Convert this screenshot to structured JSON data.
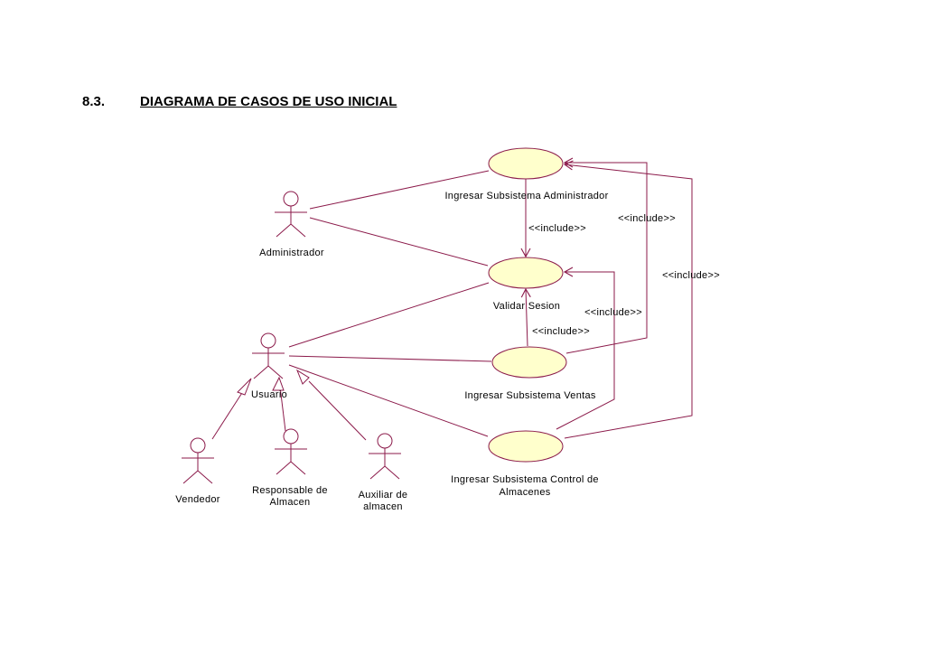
{
  "section": {
    "number": "8.3.",
    "title": "DIAGRAMA DE CASOS DE USO INICIAL"
  },
  "colors": {
    "line": "#8b1a4a",
    "usecase_fill": "#ffffcc"
  },
  "actors": {
    "administrador": "Administrador",
    "usuario": "Usuario",
    "vendedor": "Vendedor",
    "responsable_line1": "Responsable de",
    "responsable_line2": "Almacen",
    "auxiliar_line1": "Auxiliar de",
    "auxiliar_line2": "almacen"
  },
  "usecases": {
    "admin": "Ingresar Subsistema Administrador",
    "validar": "Validar Sesion",
    "ventas": "Ingresar Subsistema Ventas",
    "control_line1": "Ingresar Subsistema Control de",
    "control_line2": "Almacenes"
  },
  "stereotypes": {
    "include": "<<include>>"
  }
}
